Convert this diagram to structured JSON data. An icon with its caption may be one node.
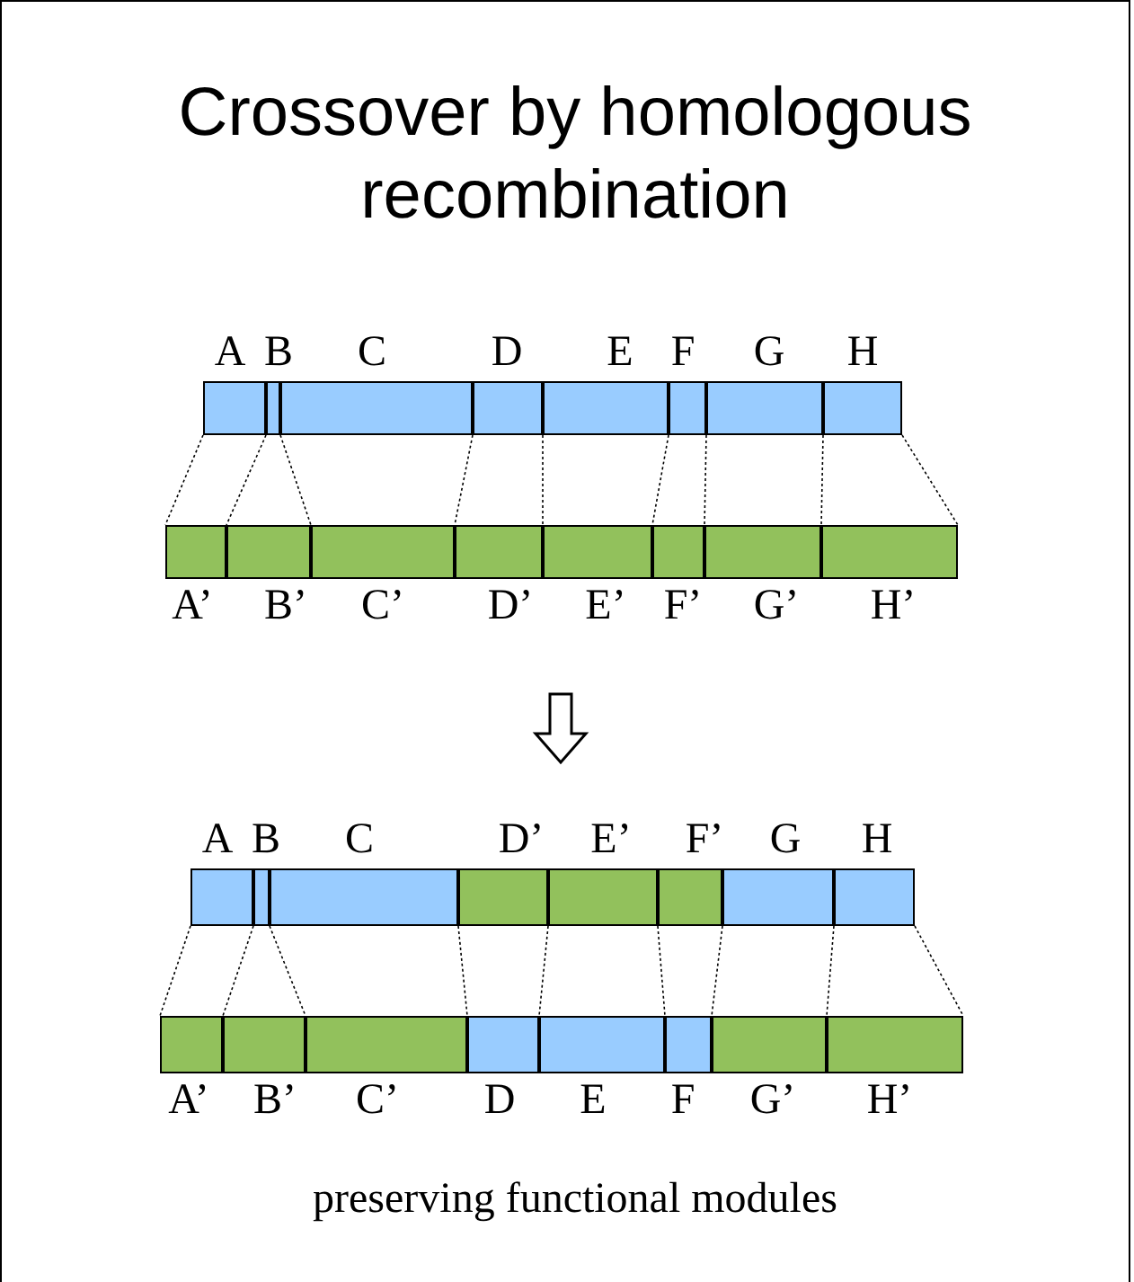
{
  "diagram": {
    "title": "Crossover by homologous recombination",
    "caption": "preserving functional modules",
    "nodes": [
      {
        "text": [
          "A"
        ]
      },
      {
        "text": [
          "B"
        ]
      },
      {
        "text": [
          "C"
        ]
      },
      {
        "text": [
          "D"
        ]
      },
      {
        "text": [
          "E"
        ]
      },
      {
        "text": [
          "F"
        ]
      },
      {
        "text": [
          "G"
        ]
      },
      {
        "text": [
          "H"
        ]
      },
      {
        "text": [
          "A’"
        ]
      },
      {
        "text": [
          "B’"
        ]
      },
      {
        "text": [
          "C’"
        ]
      },
      {
        "text": [
          "D’"
        ]
      },
      {
        "text": [
          "E’"
        ]
      },
      {
        "text": [
          "F’"
        ]
      },
      {
        "text": [
          "G’"
        ]
      },
      {
        "text": [
          "H’"
        ]
      },
      {
        "text": [
          "A"
        ]
      },
      {
        "text": [
          "B"
        ]
      },
      {
        "text": [
          "C"
        ]
      },
      {
        "text": [
          "D’"
        ]
      },
      {
        "text": [
          "E’"
        ]
      },
      {
        "text": [
          "F’"
        ]
      },
      {
        "text": [
          "G"
        ]
      },
      {
        "text": [
          "H"
        ]
      },
      {
        "text": [
          "A’"
        ]
      },
      {
        "text": [
          "B’"
        ]
      },
      {
        "text": [
          "C’"
        ]
      },
      {
        "text": [
          "D"
        ]
      },
      {
        "text": [
          "E"
        ]
      },
      {
        "text": [
          "F"
        ]
      },
      {
        "text": [
          "G’"
        ]
      },
      {
        "text": [
          "H’"
        ]
      }
    ],
    "edges": [
      {
        "from": 0,
        "to": 8,
        "arrow": "none",
        "style": "dashed"
      },
      {
        "from": 1,
        "to": 9,
        "arrow": "none",
        "style": "dashed"
      },
      {
        "from": 2,
        "to": 10,
        "arrow": "none",
        "style": "dashed"
      },
      {
        "from": 3,
        "to": 11,
        "arrow": "none",
        "style": "dashed"
      },
      {
        "from": 4,
        "to": 12,
        "arrow": "none",
        "style": "dashed"
      },
      {
        "from": 5,
        "to": 13,
        "arrow": "none",
        "style": "dashed"
      },
      {
        "from": 6,
        "to": 14,
        "arrow": "none",
        "style": "dashed"
      },
      {
        "from": 7,
        "to": 15,
        "arrow": "none",
        "style": "dashed"
      },
      {
        "from": 16,
        "to": 24,
        "arrow": "none",
        "style": "dashed"
      },
      {
        "from": 17,
        "to": 25,
        "arrow": "none",
        "style": "dashed"
      },
      {
        "from": 18,
        "to": 26,
        "arrow": "none",
        "style": "dashed"
      },
      {
        "from": 19,
        "to": 27,
        "arrow": "none",
        "style": "dashed"
      },
      {
        "from": 20,
        "to": 28,
        "arrow": "none",
        "style": "dashed"
      },
      {
        "from": 21,
        "to": 29,
        "arrow": "none",
        "style": "dashed"
      },
      {
        "from": 22,
        "to": 30,
        "arrow": "none",
        "style": "dashed"
      },
      {
        "from": 23,
        "to": 31,
        "arrow": "none",
        "style": "dashed"
      }
    ]
  }
}
